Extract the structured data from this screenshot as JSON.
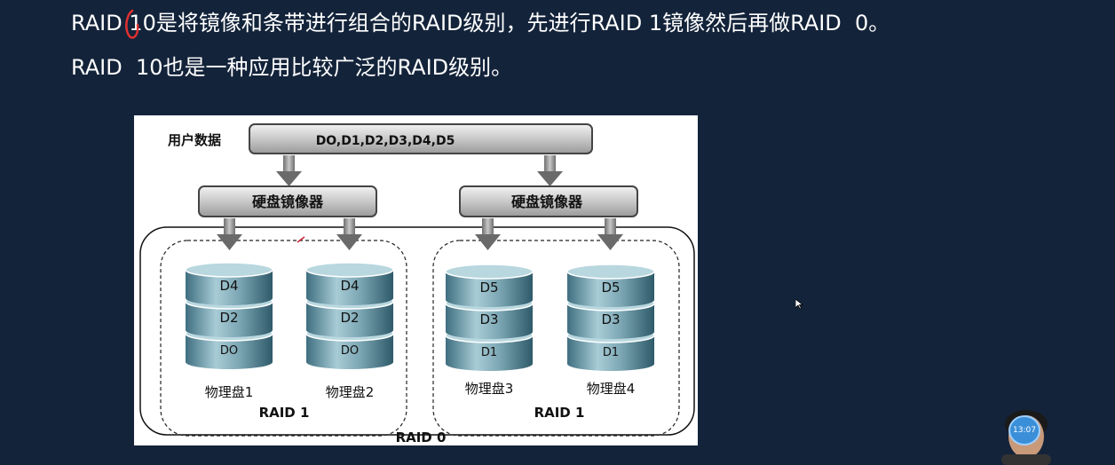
{
  "slide": {
    "line1": "RAID 10是将镜像和条带进行组合的RAID级别，先进行RAID 1镜像然后再做RAID  0。",
    "line2": "RAID  10也是一种应用比较广泛的RAID级别。"
  },
  "diagram": {
    "user_data_label": "用户数据",
    "data_bar": "DO,D1,D2,D3,D4,D5",
    "mirror_left": "硬盘镜像器",
    "mirror_right": "硬盘镜像器",
    "disks": [
      {
        "layers": [
          "D4",
          "D2",
          "DO"
        ],
        "label": "物理盘1"
      },
      {
        "layers": [
          "D4",
          "D2",
          "DO"
        ],
        "label": "物理盘2"
      },
      {
        "layers": [
          "D5",
          "D3",
          "D1"
        ],
        "label": "物理盘3"
      },
      {
        "layers": [
          "D5",
          "D3",
          "D1"
        ],
        "label": "物理盘4"
      }
    ],
    "raid1_left": "RAID  1",
    "raid1_right": "RAID  1",
    "raid0": "RAID 0"
  },
  "overlay": {
    "timer": "13:07"
  }
}
